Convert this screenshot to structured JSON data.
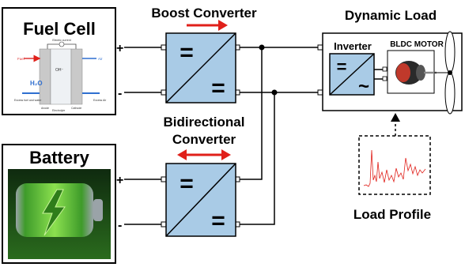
{
  "colors": {
    "converter_fill": "#a9cbe6",
    "line": "#000000",
    "arrow": "#e0201a",
    "battery_green": "#5fbf3a",
    "fuel_cell_blue": "#2f6fd0"
  },
  "fuel_cell": {
    "title": "Fuel Cell",
    "inner": {
      "top": "Electric current",
      "fuel": "Fuel",
      "air": "Air",
      "h2o": "H₂O",
      "ion": "OH⁻",
      "excess_left": "Excess fuel\nand water",
      "excess_right": "Excess\nAir",
      "anode": "Anode",
      "electrolyte": "Electrolyte",
      "cathode": "Cathode"
    }
  },
  "battery": {
    "title": "Battery"
  },
  "terminals": {
    "plus": "+",
    "minus": "-"
  },
  "boost": {
    "title": "Boost Converter",
    "symbol_top": "=",
    "symbol_bottom": "="
  },
  "bidirectional": {
    "title_line1": "Bidirectional",
    "title_line2": "Converter",
    "symbol_top": "=",
    "symbol_bottom": "="
  },
  "dynamic_load": {
    "title": "Dynamic Load",
    "inverter_label": "Inverter",
    "inverter_symbol_top": "=",
    "inverter_symbol_bottom": "~",
    "motor_label": "BLDC MOTOR"
  },
  "load_profile": {
    "title": "Load Profile"
  }
}
